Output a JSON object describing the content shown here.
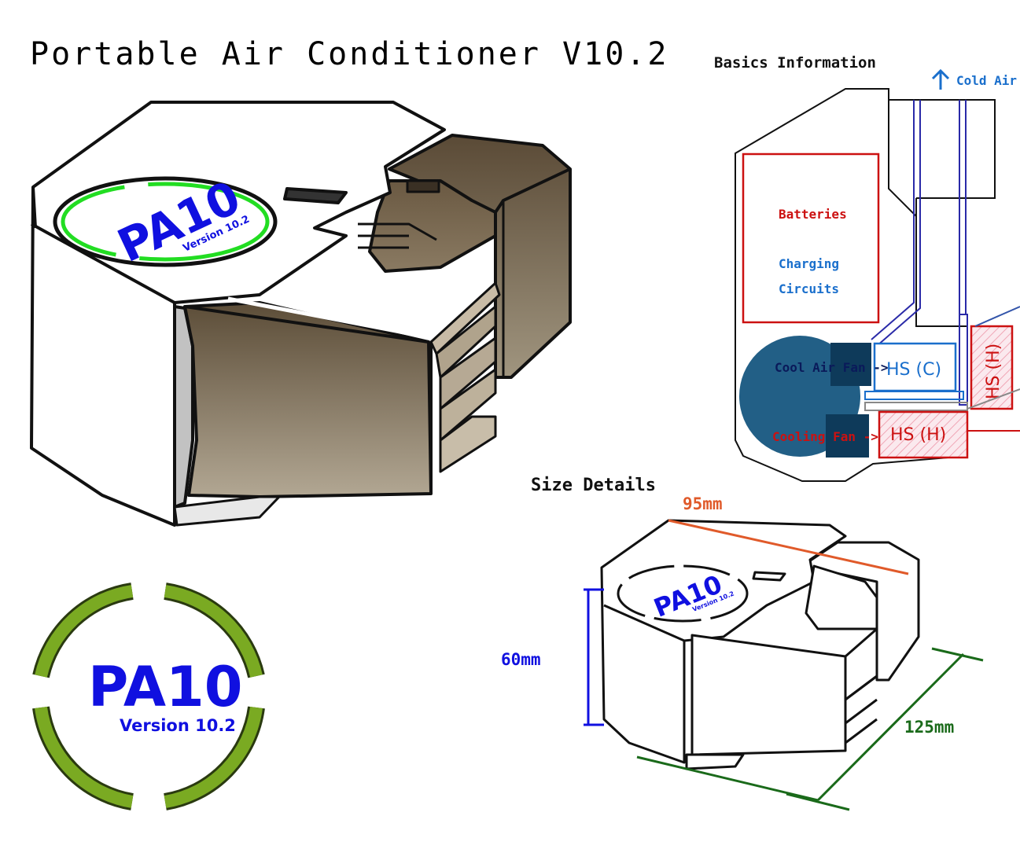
{
  "title": "Portable Air Conditioner V10.2",
  "logo": {
    "brand": "PA10",
    "version": "Version 10.2"
  },
  "basics": {
    "heading": "Basics Information",
    "cold_air": "Cold Air",
    "batteries": "Batteries",
    "charging_line1": "Charging",
    "charging_line2": "Circuits",
    "cool_air_fan": "Cool Air Fan ->",
    "cooling_fan": "Cooling Fan ->",
    "hs_cold": "HS (C)",
    "hs_hot": "HS (H)",
    "hs_hot_vertical": "HS (H)"
  },
  "size": {
    "heading": "Size Details",
    "width": "95mm",
    "height": "60mm",
    "depth": "125mm"
  },
  "colors": {
    "logo_ring_main": "#22dd22",
    "logo_ring_big": "#7aaa22",
    "brand_blue": "#1010e0",
    "red": "#cc1111",
    "blue": "#1a6fcc",
    "navy": "#16567f",
    "orange": "#e05a2a",
    "dark_green": "#1a6a1a",
    "unit_brown": "#6a5a44"
  }
}
